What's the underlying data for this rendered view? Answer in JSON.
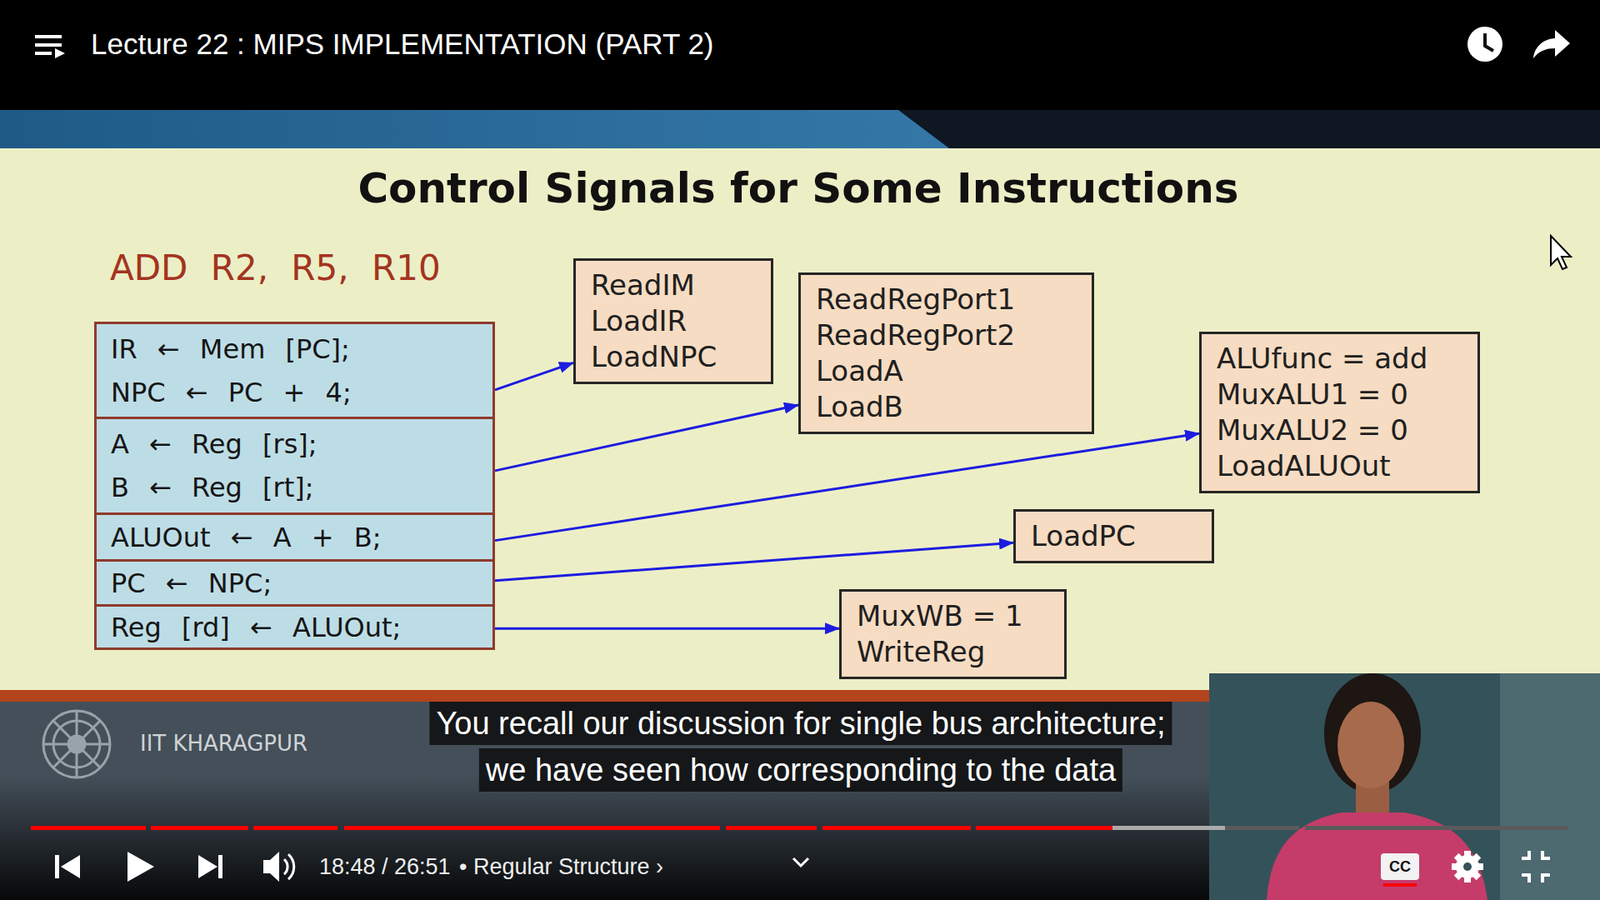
{
  "diagram": {
    "title": "Control Signals for Some Instructions",
    "nodes": [
      {
        "text": [
          "IR ← Mem [PC];",
          "NPC ← PC + 4;"
        ]
      },
      {
        "text": [
          "A ← Reg [rs];",
          "B ← Reg [rt];"
        ]
      },
      {
        "text": [
          "ALUOut ← A + B;"
        ]
      },
      {
        "text": [
          "PC ← NPC;"
        ]
      },
      {
        "text": [
          "Reg [rd] ← ALUOut;"
        ]
      },
      {
        "text": [
          "ReadIM",
          "LoadIR",
          "LoadNPC"
        ]
      },
      {
        "text": [
          "ReadRegPort1",
          "ReadRegPort2",
          "LoadA",
          "LoadB"
        ]
      },
      {
        "text": [
          "ALUfunc = add",
          "MuxALU1 = 0",
          "MuxALU2 = 0",
          "LoadALUOut"
        ]
      },
      {
        "text": [
          "LoadPC"
        ]
      },
      {
        "text": [
          "MuxWB = 1",
          "WriteReg"
        ]
      }
    ],
    "edges": [
      {
        "from": 0,
        "to": 5,
        "arrow": "to"
      },
      {
        "from": 1,
        "to": 6,
        "arrow": "to"
      },
      {
        "from": 2,
        "to": 7,
        "arrow": "to"
      },
      {
        "from": 3,
        "to": 8,
        "arrow": "to"
      },
      {
        "from": 4,
        "to": 9,
        "arrow": "to"
      }
    ],
    "labels": [
      "ADD R2, R5, R10",
      "Lecture 22 : MIPS IMPLEMENTATION (PART 2)",
      "IIT KHARAGPUR",
      "You recall our discussion for single bus architecture;",
      "we have seen how corresponding to the data",
      "18:48 / 26:51",
      "• Regular Structure ›",
      "CC"
    ]
  }
}
